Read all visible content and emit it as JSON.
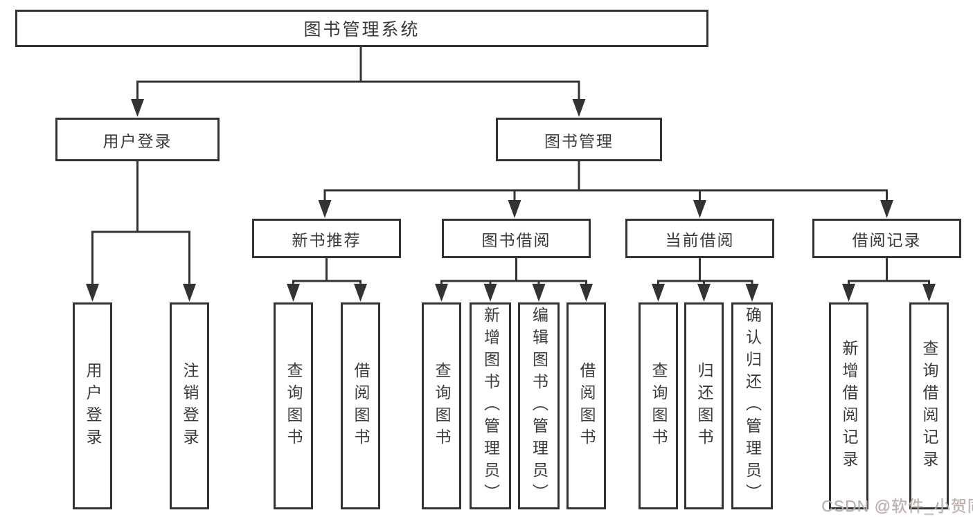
{
  "tree": {
    "root": {
      "label": "图书管理系统",
      "children": [
        {
          "label": "用户登录",
          "children": [
            {
              "label": "用户登录"
            },
            {
              "label": "注销登录"
            }
          ]
        },
        {
          "label": "图书管理",
          "children": [
            {
              "label": "新书推荐",
              "children": [
                {
                  "label": "查询图书"
                },
                {
                  "label": "借阅图书"
                }
              ]
            },
            {
              "label": "图书借阅",
              "children": [
                {
                  "label": "查询图书"
                },
                {
                  "label": "新增图书（管理员）"
                },
                {
                  "label": "编辑图书（管理员）"
                },
                {
                  "label": "借阅图书"
                }
              ]
            },
            {
              "label": "当前借阅",
              "children": [
                {
                  "label": "查询图书"
                },
                {
                  "label": "归还图书"
                },
                {
                  "label": "确认归还（管理员）"
                }
              ]
            },
            {
              "label": "借阅记录",
              "children": [
                {
                  "label": "新增借阅记录"
                },
                {
                  "label": "查询借阅记录"
                }
              ]
            }
          ]
        }
      ]
    }
  },
  "watermark": {
    "text": "CSDN @软件_小贺同学"
  },
  "colors": {
    "ink": "#333333",
    "text": "#3a3a3a",
    "watermark": "#b3b0b0",
    "background": "#ffffff"
  }
}
